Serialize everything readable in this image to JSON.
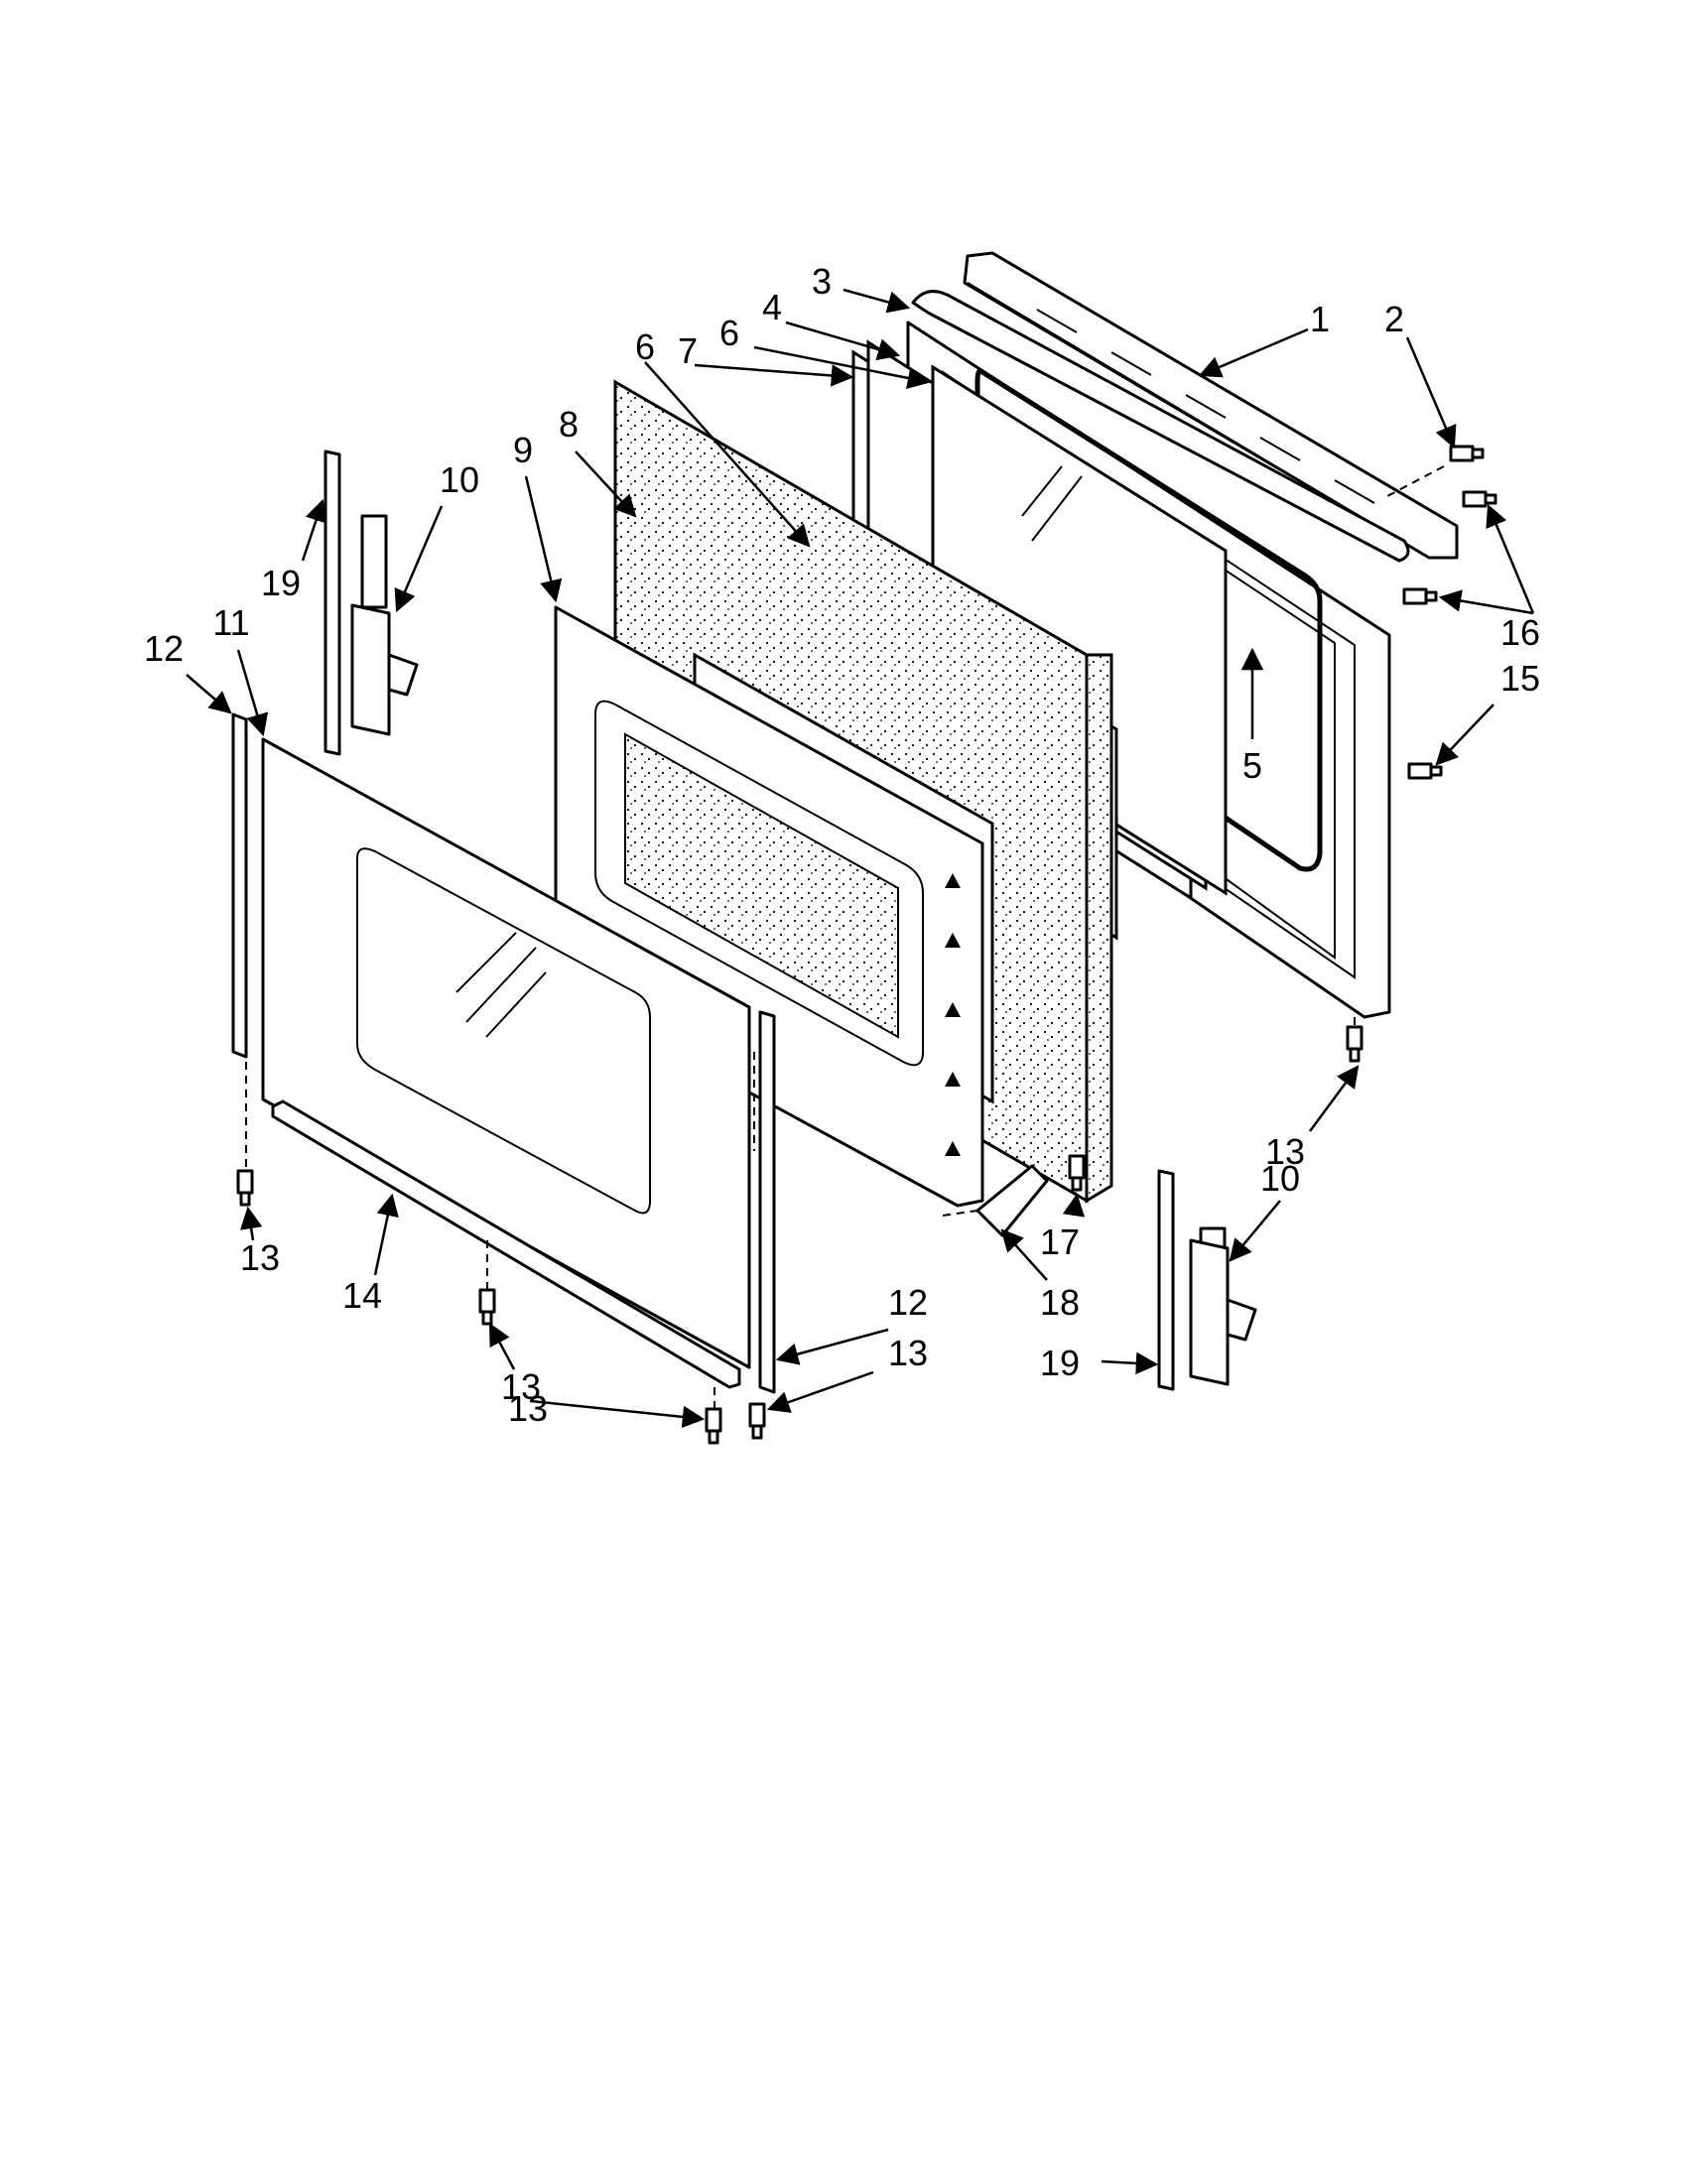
{
  "callouts": [
    {
      "id": "c1",
      "text": "1"
    },
    {
      "id": "c2",
      "text": "2"
    },
    {
      "id": "c3",
      "text": "3"
    },
    {
      "id": "c4",
      "text": "4"
    },
    {
      "id": "c5",
      "text": "5"
    },
    {
      "id": "c6a",
      "text": "6"
    },
    {
      "id": "c6b",
      "text": "6"
    },
    {
      "id": "c7",
      "text": "7"
    },
    {
      "id": "c8",
      "text": "8"
    },
    {
      "id": "c9",
      "text": "9"
    },
    {
      "id": "c10a",
      "text": "10"
    },
    {
      "id": "c10b",
      "text": "10"
    },
    {
      "id": "c11",
      "text": "11"
    },
    {
      "id": "c12a",
      "text": "12"
    },
    {
      "id": "c12b",
      "text": "12"
    },
    {
      "id": "c13a",
      "text": "13"
    },
    {
      "id": "c13b",
      "text": "13"
    },
    {
      "id": "c13c",
      "text": "13"
    },
    {
      "id": "c13d",
      "text": "13"
    },
    {
      "id": "c13e",
      "text": "13"
    },
    {
      "id": "c14",
      "text": "14"
    },
    {
      "id": "c15",
      "text": "15"
    },
    {
      "id": "c16",
      "text": "16"
    },
    {
      "id": "c17",
      "text": "17"
    },
    {
      "id": "c18",
      "text": "18"
    },
    {
      "id": "c19a",
      "text": "19"
    },
    {
      "id": "c19b",
      "text": "19"
    }
  ]
}
